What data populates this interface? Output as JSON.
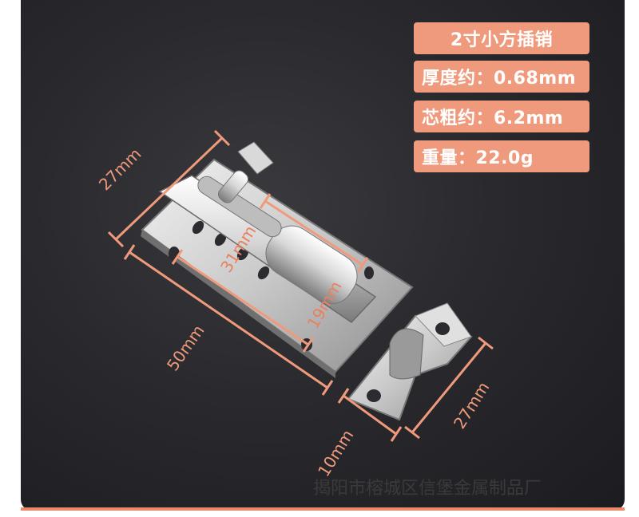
{
  "specs": {
    "title": "2寸小方插销",
    "thickness": "厚度约：0.68mm",
    "core_diameter": "芯粗约：6.2mm",
    "weight": "重量：22.0g"
  },
  "dimensions": {
    "plate_width": "27mm",
    "plate_length": "50mm",
    "bolt_travel": "31mm",
    "sleeve_length": "19mm",
    "keeper_height": "27mm",
    "keeper_width": "10mm"
  },
  "footer_text": "揭阳市榕城区信堡金属制品厂",
  "colors": {
    "accent": "#ef9a7c",
    "background": "#2a2a2e"
  }
}
